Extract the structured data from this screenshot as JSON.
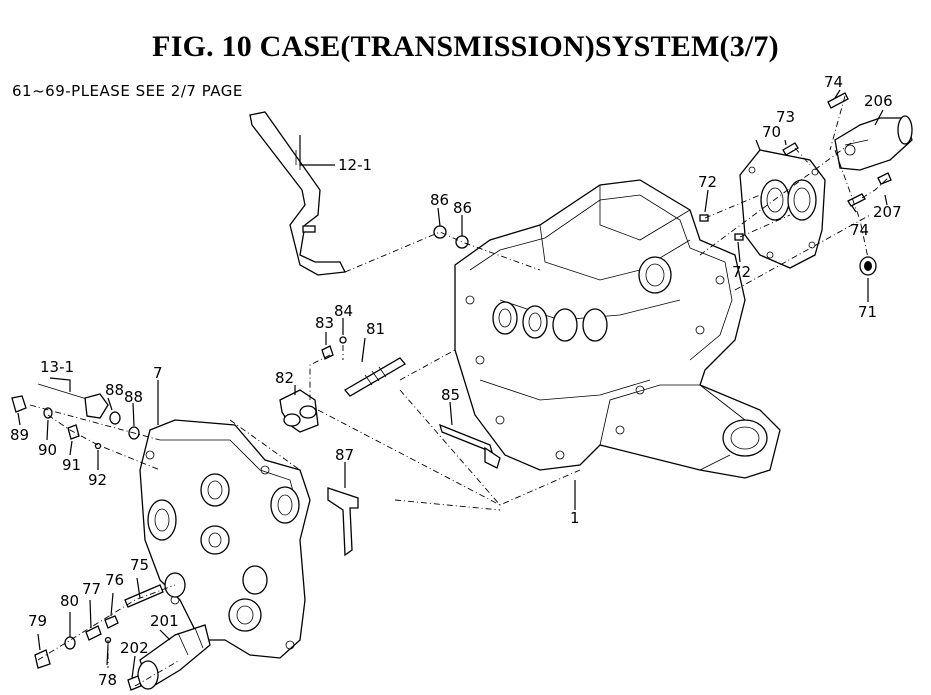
{
  "title": "FIG. 10  CASE(TRANSMISSION)SYSTEM(3/7)",
  "note": "61~69-PLEASE SEE 2/7 PAGE",
  "labels": {
    "p1": "1",
    "p7": "7",
    "p12_1": "12-1",
    "p13_1": "13-1",
    "p70": "70",
    "p71": "71",
    "p72a": "72",
    "p72b": "72",
    "p73": "73",
    "p74a": "74",
    "p74b": "74",
    "p75": "75",
    "p76": "76",
    "p77": "77",
    "p78": "78",
    "p79": "79",
    "p80": "80",
    "p81": "81",
    "p82": "82",
    "p83": "83",
    "p84": "84",
    "p85": "85",
    "p86a": "86",
    "p86b": "86",
    "p87": "87",
    "p88a": "88",
    "p88b": "88",
    "p89": "89",
    "p90": "90",
    "p91": "91",
    "p92": "92",
    "p201": "201",
    "p202": "202",
    "p206": "206",
    "p207": "207"
  }
}
